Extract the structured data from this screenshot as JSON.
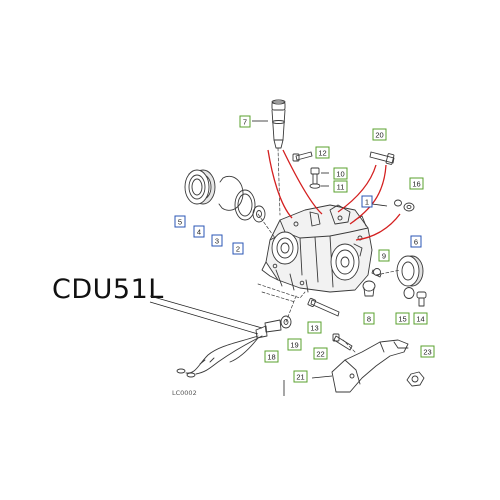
{
  "title": "CDU51L",
  "drawing_ref": "LC0002",
  "colors": {
    "ink": "#3a3a3a",
    "callout_green": "#5aa02c",
    "callout_blue": "#2a54b4",
    "red_line": "#d42020"
  },
  "callouts": [
    {
      "label": "1",
      "border": "blue"
    },
    {
      "label": "2",
      "border": "blue"
    },
    {
      "label": "3",
      "border": "blue"
    },
    {
      "label": "4",
      "border": "blue"
    },
    {
      "label": "5",
      "border": "blue"
    },
    {
      "label": "6",
      "border": "blue"
    },
    {
      "label": "7",
      "border": "green"
    },
    {
      "label": "8",
      "border": "green"
    },
    {
      "label": "9",
      "border": "green"
    },
    {
      "label": "10",
      "border": "green"
    },
    {
      "label": "11",
      "border": "green"
    },
    {
      "label": "12",
      "border": "green"
    },
    {
      "label": "13",
      "border": "green"
    },
    {
      "label": "14",
      "border": "green"
    },
    {
      "label": "15",
      "border": "green"
    },
    {
      "label": "16",
      "border": "green"
    },
    {
      "label": "18",
      "border": "green"
    },
    {
      "label": "19",
      "border": "green"
    },
    {
      "label": "20",
      "border": "green"
    },
    {
      "label": "21",
      "border": "green"
    },
    {
      "label": "22",
      "border": "green"
    },
    {
      "label": "23",
      "border": "green"
    }
  ]
}
